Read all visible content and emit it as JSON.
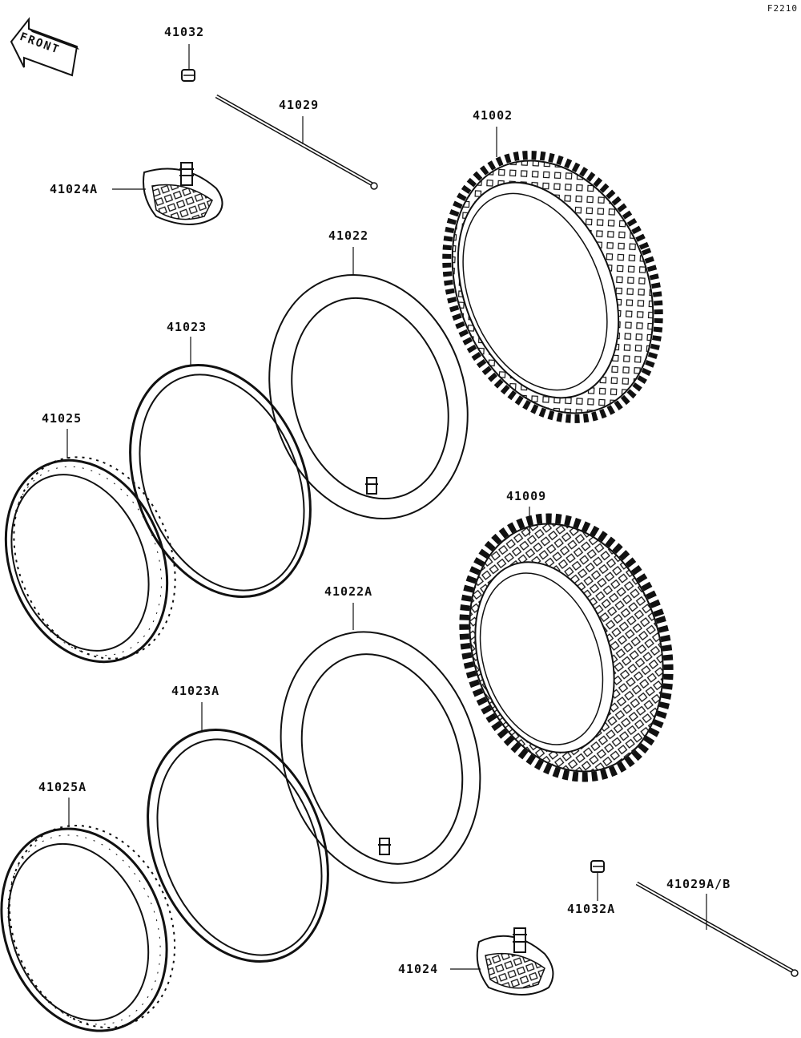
{
  "diagram_code": "F2210",
  "front_arrow_text": "FRONT",
  "parts": {
    "p41032": "41032",
    "p41029": "41029",
    "p41024A": "41024A",
    "p41002": "41002",
    "p41022": "41022",
    "p41023": "41023",
    "p41025": "41025",
    "p41009": "41009",
    "p41022A": "41022A",
    "p41023A": "41023A",
    "p41025A": "41025A",
    "p41032A": "41032A",
    "p41029AB": "41029A/B",
    "p41024": "41024"
  }
}
